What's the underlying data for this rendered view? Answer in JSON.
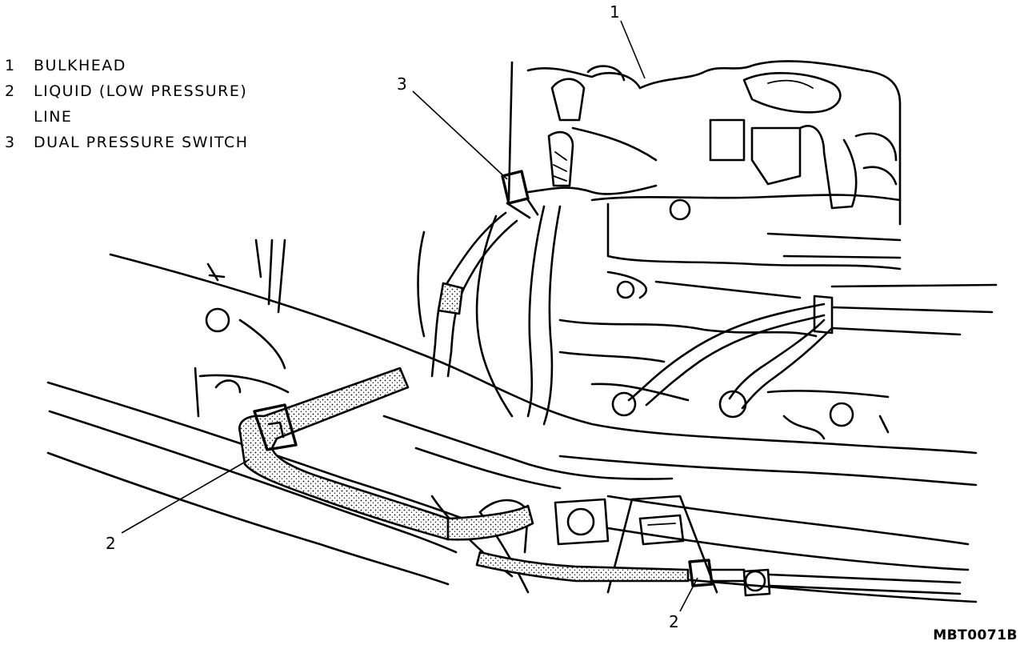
{
  "legend": [
    {
      "num": "1",
      "text": "BULKHEAD"
    },
    {
      "num": "2",
      "text": "LIQUID (LOW PRESSURE)"
    },
    {
      "num": "",
      "text": "LINE"
    },
    {
      "num": "3",
      "text": "DUAL PRESSURE SWITCH"
    }
  ],
  "callouts": {
    "bulkhead": "1",
    "switch": "3",
    "line_left": "2",
    "line_bottom": "2"
  },
  "figure_code": "MBT0071B"
}
